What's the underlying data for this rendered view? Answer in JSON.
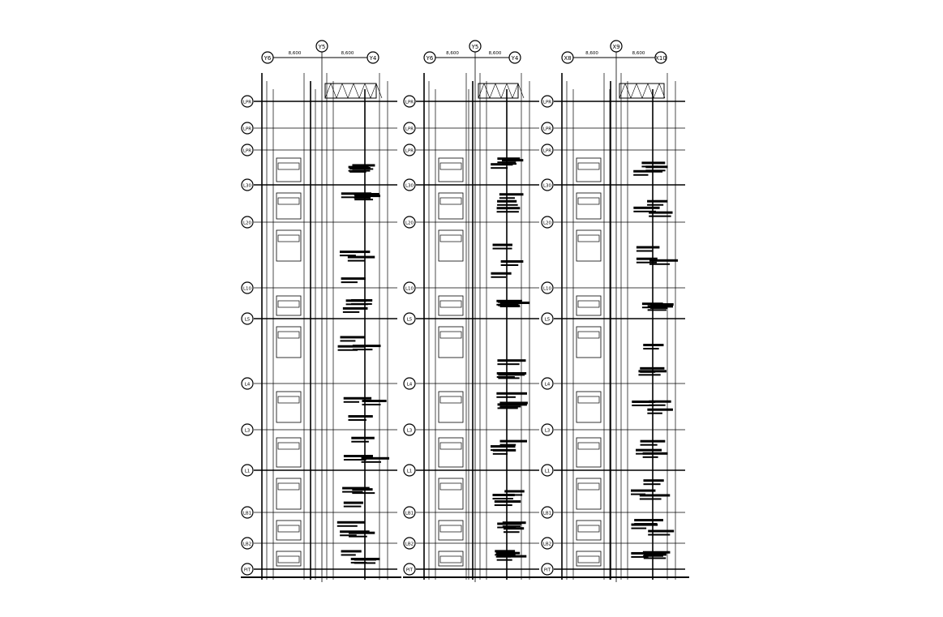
{
  "drawing": {
    "panels": [
      {
        "grid_bubbles": [
          "Y6",
          "Y5",
          "Y4"
        ],
        "dimensions": [
          "8,600",
          "8,600"
        ]
      },
      {
        "grid_bubbles": [
          "Y6",
          "Y5",
          "Y4"
        ],
        "dimensions": [
          "8,600",
          "8,600"
        ]
      },
      {
        "grid_bubbles": [
          "X8",
          "X9",
          "X10"
        ],
        "dimensions": [
          "8,600",
          "8,600"
        ]
      }
    ],
    "levels": [
      "LPR",
      "LPR",
      "LPR",
      "L30",
      "L20",
      "L10",
      "L5",
      "L4",
      "L3",
      "L1",
      "LB1",
      "LB2",
      "PIT"
    ],
    "line_color": "#000000",
    "background": "#ffffff"
  }
}
